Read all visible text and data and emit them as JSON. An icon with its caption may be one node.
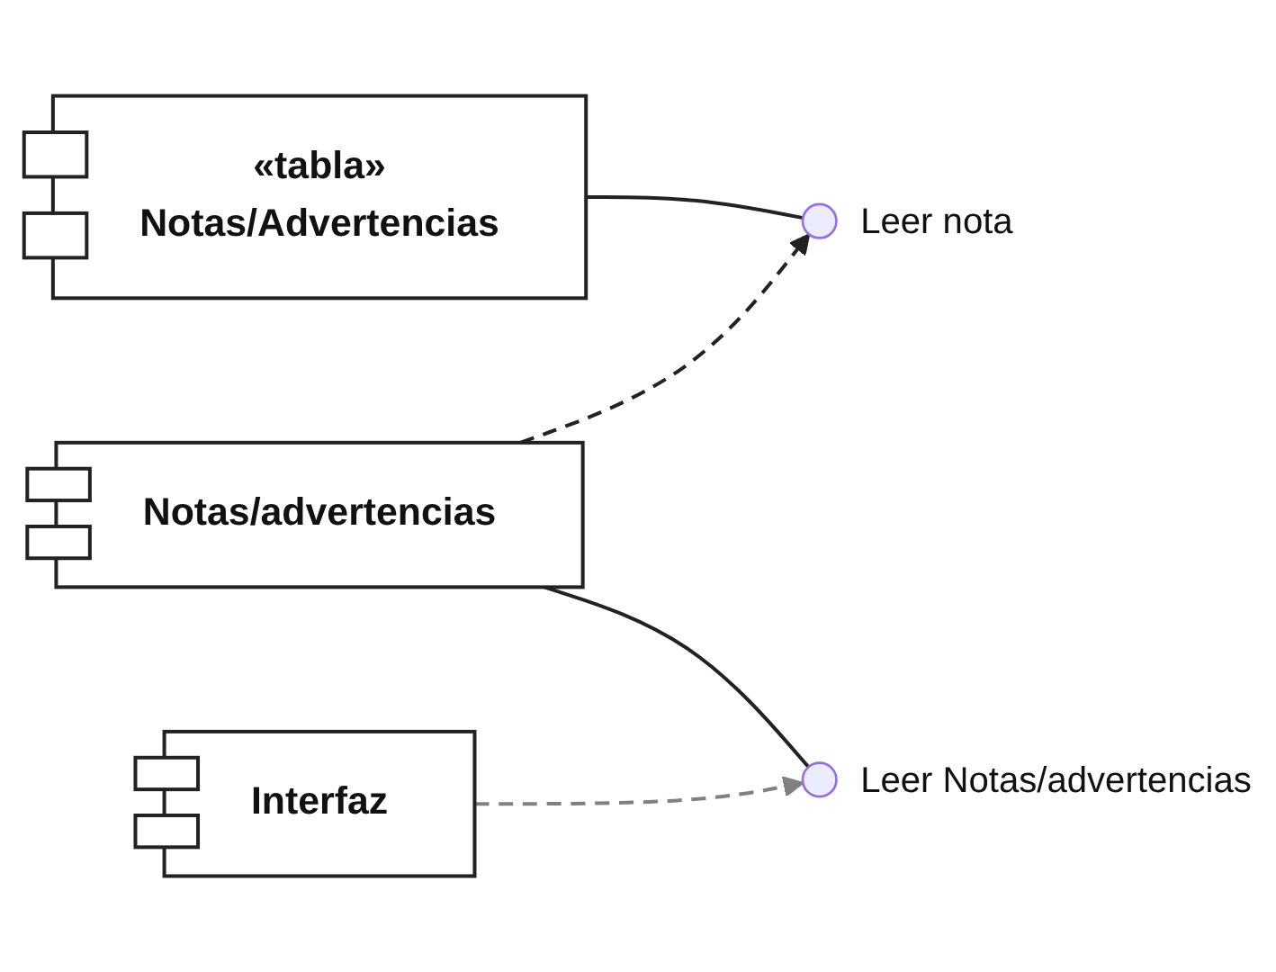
{
  "diagram": {
    "nodes": [
      {
        "text": [
          "«tabla»",
          "Notas/Advertencias"
        ]
      },
      {
        "text": [],
        "shape": "circle",
        "beside": [
          "Leer nota"
        ]
      },
      {
        "text": [
          "Notas/advertencias"
        ]
      },
      {
        "text": [],
        "shape": "circle",
        "beside": [
          "Leer Notas/advertencias"
        ]
      },
      {
        "text": [
          "Interfaz"
        ]
      }
    ],
    "edges": [
      {
        "from": 0,
        "to": 1,
        "arrow": "none"
      },
      {
        "from": 2,
        "to": 1,
        "arrow": "to",
        "style": "dashed"
      },
      {
        "from": 2,
        "to": 3,
        "arrow": "none"
      },
      {
        "from": 4,
        "to": 3,
        "arrow": "to",
        "style": "dashed",
        "color": "#808080"
      }
    ]
  }
}
